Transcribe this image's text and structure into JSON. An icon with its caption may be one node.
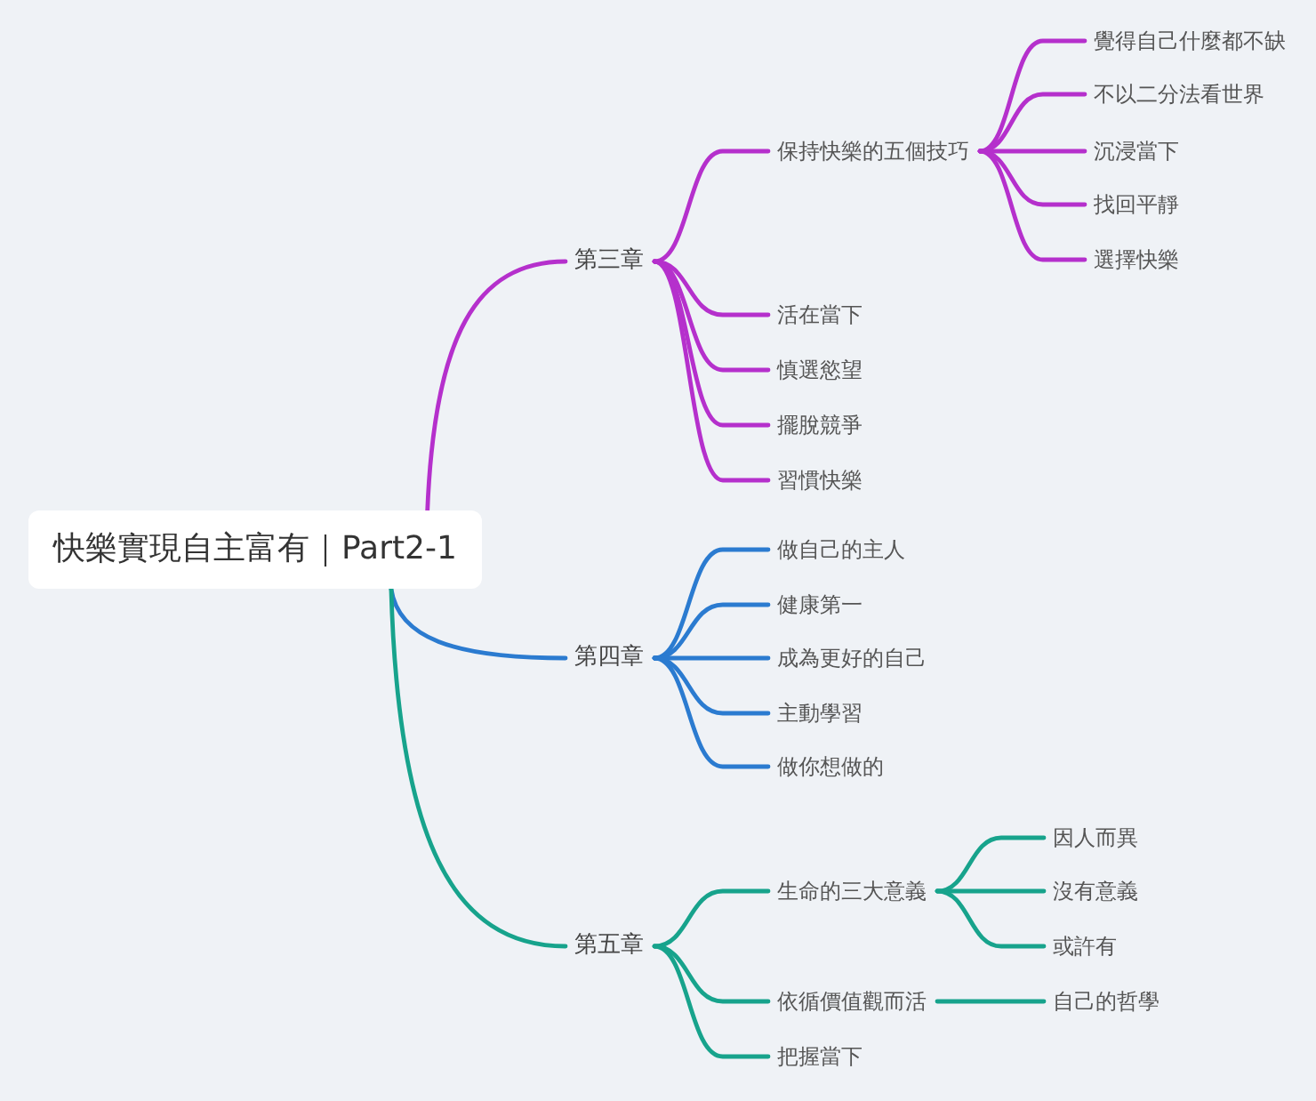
{
  "diagram": {
    "nodes": [
      {
        "text": [
          "快樂實現自主富有｜Part2-1"
        ]
      },
      {
        "text": [
          "第三章"
        ]
      },
      {
        "text": [
          "保持快樂的五個技巧"
        ]
      },
      {
        "text": [
          "覺得自己什麼都不缺"
        ]
      },
      {
        "text": [
          "不以二分法看世界"
        ]
      },
      {
        "text": [
          "沉浸當下"
        ]
      },
      {
        "text": [
          "找回平靜"
        ]
      },
      {
        "text": [
          "選擇快樂"
        ]
      },
      {
        "text": [
          "活在當下"
        ]
      },
      {
        "text": [
          "慎選慾望"
        ]
      },
      {
        "text": [
          "擺脫競爭"
        ]
      },
      {
        "text": [
          "習慣快樂"
        ]
      },
      {
        "text": [
          "第四章"
        ]
      },
      {
        "text": [
          "做自己的主人"
        ]
      },
      {
        "text": [
          "健康第一"
        ]
      },
      {
        "text": [
          "成為更好的自己"
        ]
      },
      {
        "text": [
          "主動學習"
        ]
      },
      {
        "text": [
          "做你想做的"
        ]
      },
      {
        "text": [
          "第五章"
        ]
      },
      {
        "text": [
          "生命的三大意義"
        ]
      },
      {
        "text": [
          "因人而異"
        ]
      },
      {
        "text": [
          "沒有意義"
        ]
      },
      {
        "text": [
          "或許有"
        ]
      },
      {
        "text": [
          "依循價值觀而活"
        ]
      },
      {
        "text": [
          "自己的哲學"
        ]
      },
      {
        "text": [
          "把握當下"
        ]
      }
    ],
    "edges": [
      {
        "from": 0,
        "to": 1,
        "arrow": "none"
      },
      {
        "from": 1,
        "to": 2,
        "arrow": "none"
      },
      {
        "from": 2,
        "to": 3,
        "arrow": "none"
      },
      {
        "from": 2,
        "to": 4,
        "arrow": "none"
      },
      {
        "from": 2,
        "to": 5,
        "arrow": "none"
      },
      {
        "from": 2,
        "to": 6,
        "arrow": "none"
      },
      {
        "from": 2,
        "to": 7,
        "arrow": "none"
      },
      {
        "from": 1,
        "to": 8,
        "arrow": "none"
      },
      {
        "from": 1,
        "to": 9,
        "arrow": "none"
      },
      {
        "from": 1,
        "to": 10,
        "arrow": "none"
      },
      {
        "from": 1,
        "to": 11,
        "arrow": "none"
      },
      {
        "from": 0,
        "to": 12,
        "arrow": "none",
        "color": "#2b7bd0"
      },
      {
        "from": 12,
        "to": 13,
        "arrow": "none",
        "color": "#2b7bd0"
      },
      {
        "from": 12,
        "to": 14,
        "arrow": "none",
        "color": "#2b7bd0"
      },
      {
        "from": 12,
        "to": 15,
        "arrow": "none",
        "color": "#2b7bd0"
      },
      {
        "from": 12,
        "to": 16,
        "arrow": "none",
        "color": "#2b7bd0"
      },
      {
        "from": 12,
        "to": 17,
        "arrow": "none",
        "color": "#2b7bd0"
      },
      {
        "from": 0,
        "to": 18,
        "arrow": "none",
        "color": "#17a38c"
      },
      {
        "from": 18,
        "to": 19,
        "arrow": "none",
        "color": "#17a38c"
      },
      {
        "from": 19,
        "to": 20,
        "arrow": "none",
        "color": "#17a38c"
      },
      {
        "from": 19,
        "to": 21,
        "arrow": "none",
        "color": "#17a38c"
      },
      {
        "from": 19,
        "to": 22,
        "arrow": "none",
        "color": "#17a38c"
      },
      {
        "from": 18,
        "to": 23,
        "arrow": "none",
        "color": "#17a38c"
      },
      {
        "from": 23,
        "to": 24,
        "arrow": "none",
        "color": "#17a38c"
      },
      {
        "from": 18,
        "to": 25,
        "arrow": "none",
        "color": "#17a38c"
      }
    ]
  }
}
